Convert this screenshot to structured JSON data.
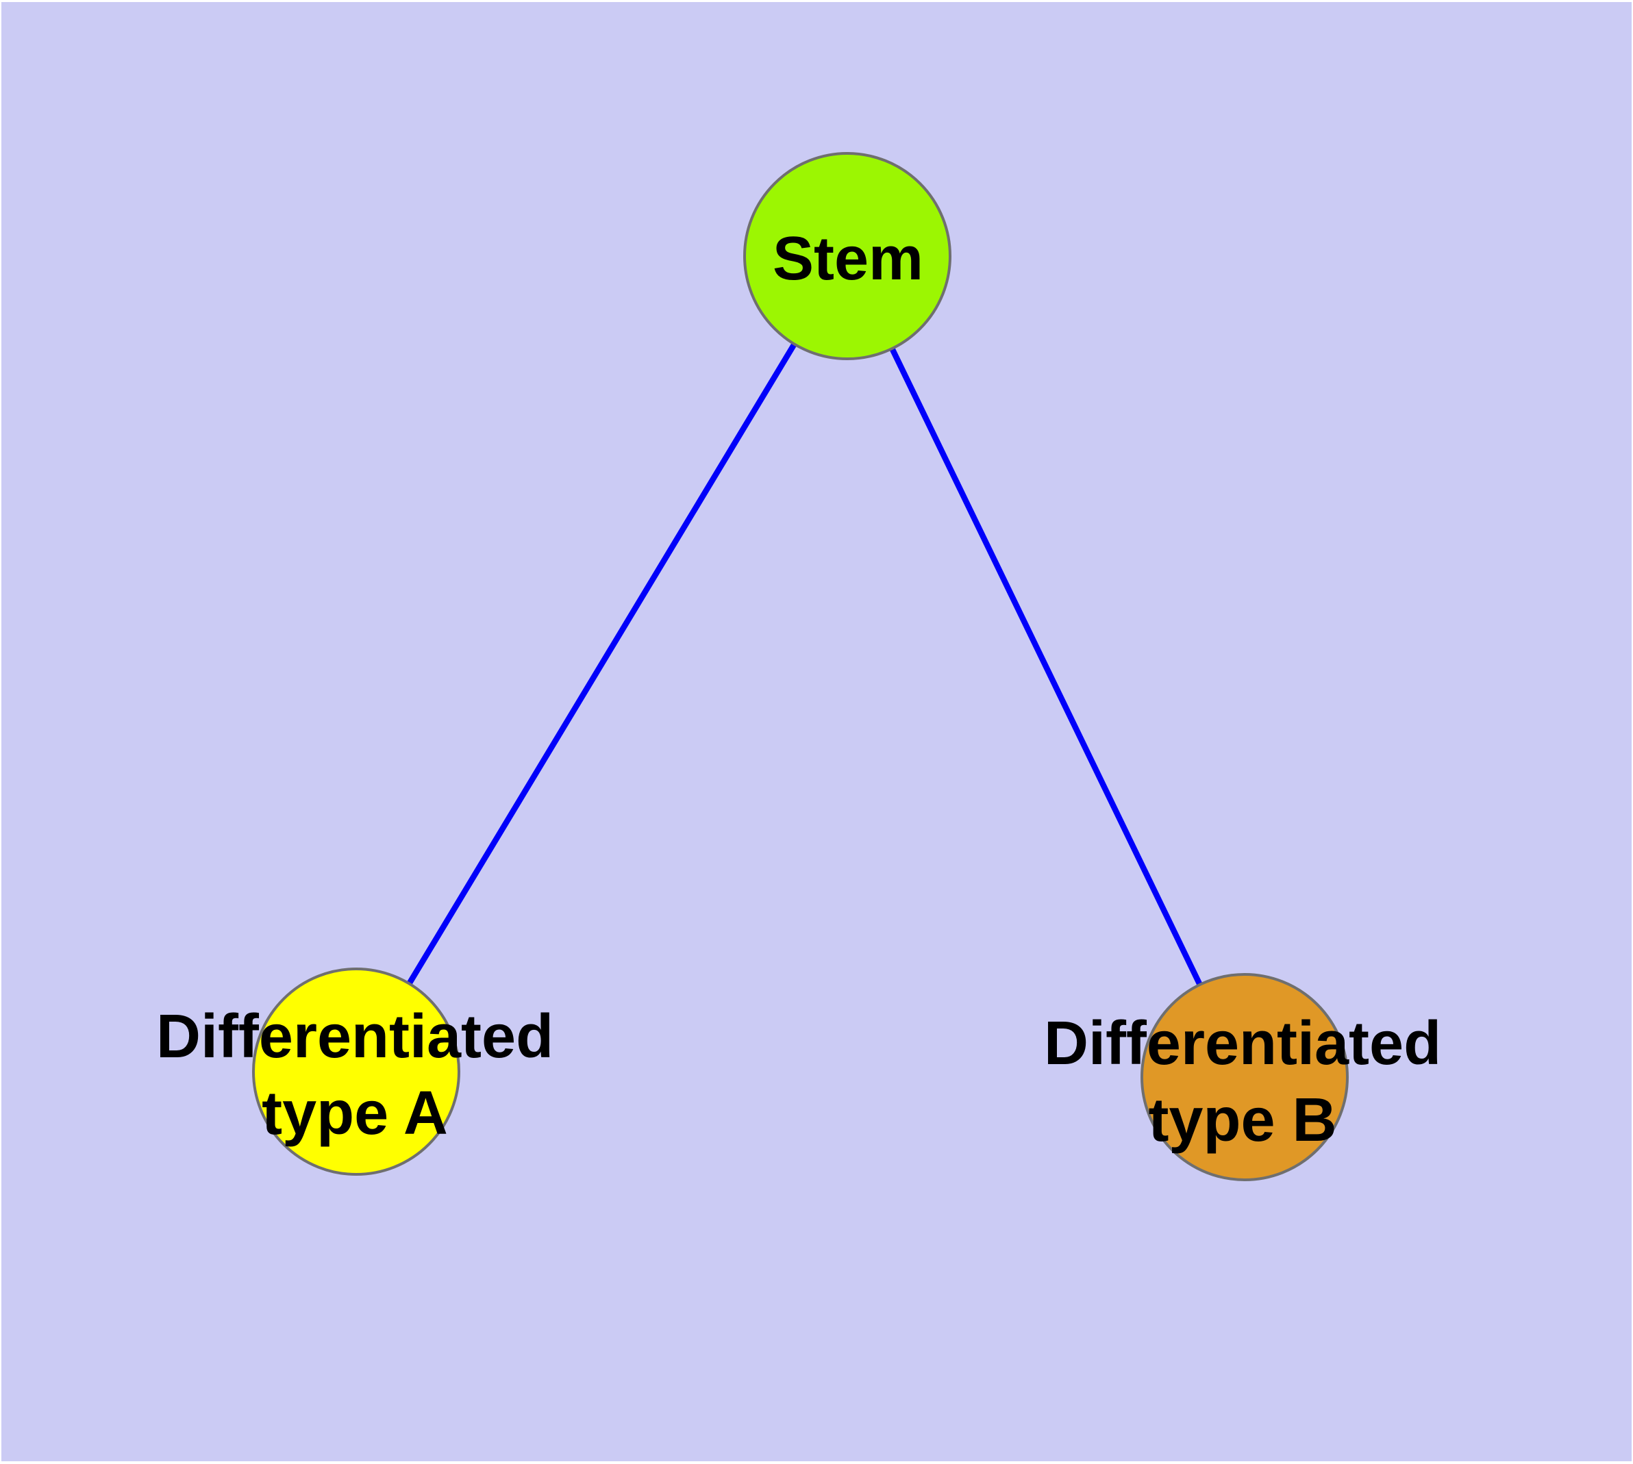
{
  "diagram": {
    "type": "node-link-graph",
    "background_color": "#cbcbf4",
    "page_border_color": "#ffffff",
    "node_border_color": "#6f6f6f",
    "edge_color": "#0000fa",
    "label_color": "#000000",
    "nodes": [
      {
        "id": "stem",
        "label": "Stem",
        "color": "#9cf602"
      },
      {
        "id": "type-a",
        "label": "Differentiated\ntype A",
        "color": "#ffff00"
      },
      {
        "id": "type-b",
        "label": "Differentiated\ntype B",
        "color": "#e09826"
      }
    ],
    "edges": [
      {
        "from": "Stem",
        "to": "Differentiated type A"
      },
      {
        "from": "Stem",
        "to": "Differentiated type B"
      }
    ]
  }
}
